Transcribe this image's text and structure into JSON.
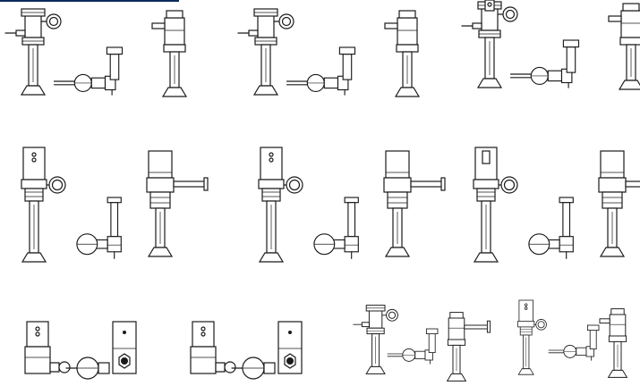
{
  "sheet": {
    "accent_color": "#0b2a5b",
    "line_color": "#1a1a1a",
    "background": "#ffffff"
  },
  "rows": [
    {
      "name": "row-manual-valves",
      "sets": [
        {
          "variant": "manual-handle",
          "components": [
            "front-elevation",
            "side-elevation-with-stop",
            "rear-elevation"
          ]
        },
        {
          "variant": "manual-handle",
          "components": [
            "front-elevation",
            "side-elevation-with-stop",
            "rear-elevation"
          ]
        },
        {
          "variant": "manual-handle-sensor",
          "components": [
            "front-elevation",
            "side-elevation-with-stop",
            "rear-elevation"
          ]
        }
      ]
    },
    {
      "name": "row-sensor-valves",
      "sets": [
        {
          "variant": "sensor-top-mount",
          "components": [
            "front-elevation",
            "side-elevation-with-stop",
            "rear-elevation"
          ]
        },
        {
          "variant": "sensor-top-mount",
          "components": [
            "front-elevation",
            "side-elevation-with-stop",
            "rear-elevation"
          ]
        },
        {
          "variant": "sensor-slot-window",
          "components": [
            "front-elevation",
            "side-elevation-with-stop",
            "rear-elevation"
          ]
        }
      ]
    },
    {
      "name": "row-compact-valves",
      "sets": [
        {
          "variant": "compact-sensor",
          "components": [
            "front-elevation",
            "stop-valve",
            "rear-elevation"
          ]
        },
        {
          "variant": "compact-sensor",
          "components": [
            "front-elevation",
            "stop-valve",
            "rear-elevation"
          ]
        },
        {
          "variant": "small-manual",
          "components": [
            "front-elevation",
            "side-elevation-with-stop",
            "rear-elevation"
          ]
        },
        {
          "variant": "small-sensor",
          "components": [
            "front-elevation",
            "side-elevation-with-stop",
            "rear-elevation"
          ]
        }
      ]
    }
  ]
}
